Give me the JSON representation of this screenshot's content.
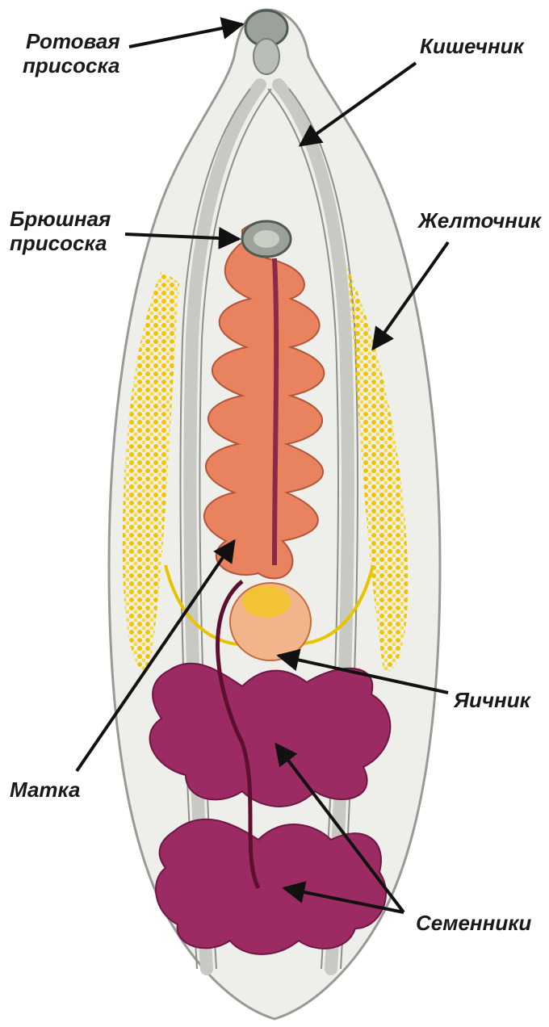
{
  "labels": {
    "oral_sucker_line1": "Ротовая",
    "oral_sucker_line2": "присоска",
    "intestine": "Кишечник",
    "ventral_sucker_line1": "Брюшная",
    "ventral_sucker_line2": "присоска",
    "vitellarium": "Желточник",
    "ovary": "Яичник",
    "uterus": "Матка",
    "testes": "Семенники"
  },
  "colors": {
    "body_fill": "#eeeeeb",
    "body_outline": "#9a9a95",
    "intestine": "#c9c9c4",
    "vitellarium": "#f3d21c",
    "uterus": "#e9835f",
    "testes": "#9c2a63",
    "ovary": "#f2b48a",
    "sucker": "#9aa29a",
    "arrow": "#111111"
  }
}
